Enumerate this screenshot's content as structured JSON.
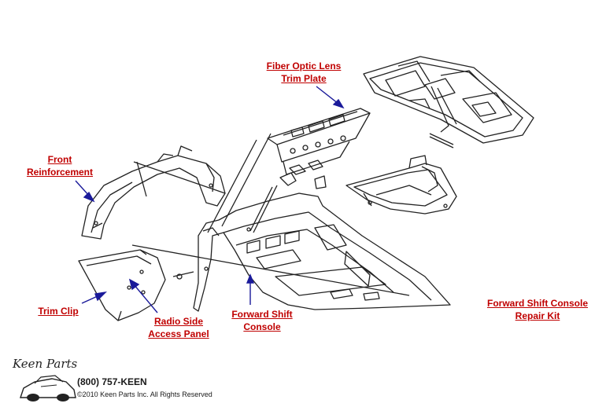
{
  "callouts": {
    "fiber_optic": {
      "line1": "Fiber Optic Lens",
      "line2": "Trim Plate"
    },
    "front_reinforcement": {
      "line1": "Front",
      "line2": "Reinforcement"
    },
    "trim_clip": {
      "line1": "Trim Clip"
    },
    "radio_side": {
      "line1": "Radio Side",
      "line2": "Access Panel"
    },
    "forward_shift": {
      "line1": "Forward Shift",
      "line2": "Console"
    },
    "repair_kit": {
      "line1": "Forward Shift Console",
      "line2": "Repair Kit"
    }
  },
  "footer": {
    "logo_text": "Keen Parts",
    "phone": "(800) 757-KEEN",
    "copyright": "©2010 Keen Parts Inc. All Rights Reserved"
  },
  "colors": {
    "label": "#c00000",
    "arrow": "#1a1a9a",
    "line": "#222222"
  }
}
